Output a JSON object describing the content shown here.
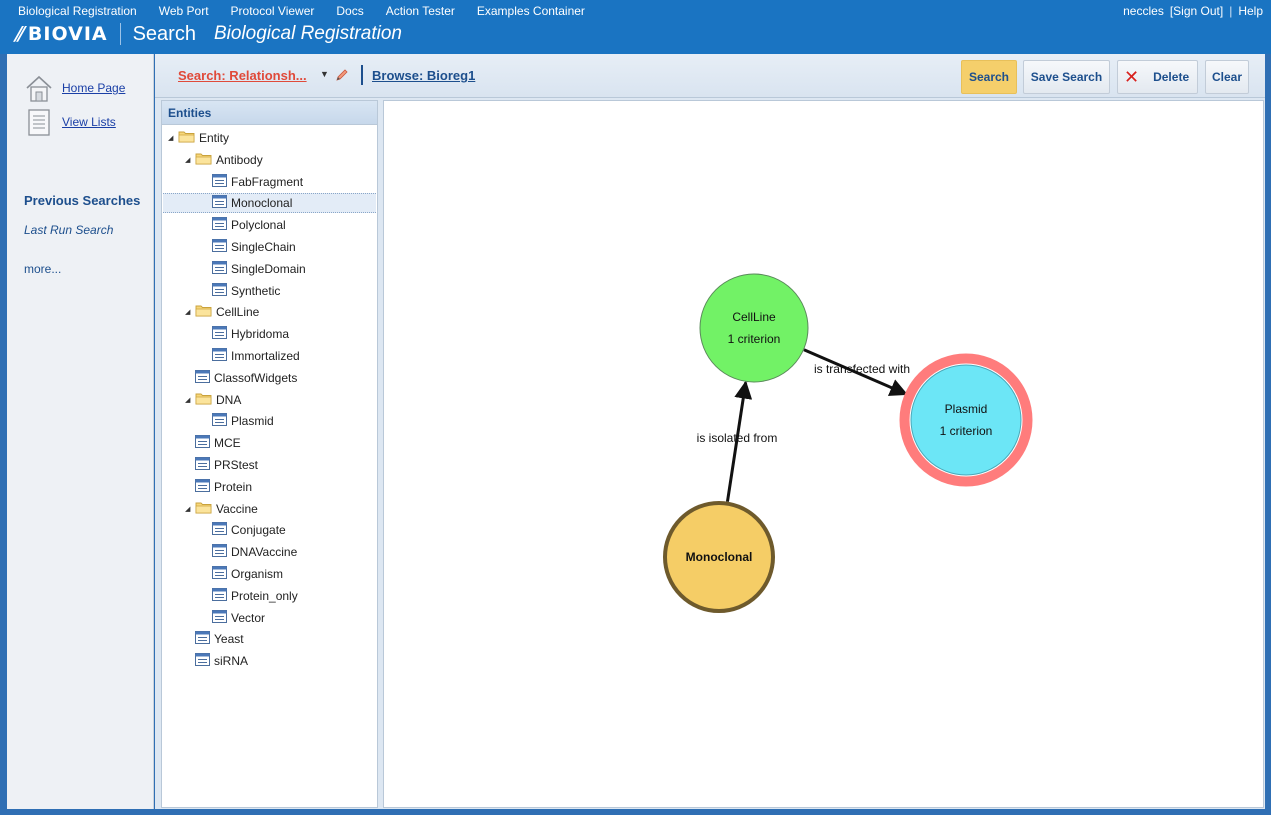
{
  "topnav": {
    "items": [
      "Biological Registration",
      "Web Port",
      "Protocol Viewer",
      "Docs",
      "Action Tester",
      "Examples Container"
    ],
    "user": "neccles",
    "sign_out": "[Sign Out]",
    "help": "Help"
  },
  "brand": {
    "logo_text": "BIOVIA",
    "app_name": "Search",
    "subtitle": "Biological Registration"
  },
  "sidebar": {
    "home": "Home Page",
    "view_lists": "View Lists",
    "previous_searches": "Previous Searches",
    "last_run": "Last Run Search",
    "more": "more..."
  },
  "toolbar": {
    "search_name": "Search: Relationsh...",
    "browse": "Browse: Bioreg1",
    "search_btn": "Search",
    "save_btn": "Save Search",
    "delete_btn": "Delete",
    "clear_btn": "Clear"
  },
  "tree": {
    "header": "Entities",
    "nodes": [
      {
        "label": "Entity",
        "type": "folder",
        "level": 0,
        "expanded": true
      },
      {
        "label": "Antibody",
        "type": "folder",
        "level": 1,
        "expanded": true
      },
      {
        "label": "FabFragment",
        "type": "entity",
        "level": 2
      },
      {
        "label": "Monoclonal",
        "type": "entity",
        "level": 2,
        "selected": true
      },
      {
        "label": "Polyclonal",
        "type": "entity",
        "level": 2
      },
      {
        "label": "SingleChain",
        "type": "entity",
        "level": 2
      },
      {
        "label": "SingleDomain",
        "type": "entity",
        "level": 2
      },
      {
        "label": "Synthetic",
        "type": "entity",
        "level": 2
      },
      {
        "label": "CellLine",
        "type": "folder",
        "level": 1,
        "expanded": true
      },
      {
        "label": "Hybridoma",
        "type": "entity",
        "level": 2
      },
      {
        "label": "Immortalized",
        "type": "entity",
        "level": 2
      },
      {
        "label": "ClassofWidgets",
        "type": "entity",
        "level": 1
      },
      {
        "label": "DNA",
        "type": "folder",
        "level": 1,
        "expanded": true
      },
      {
        "label": "Plasmid",
        "type": "entity",
        "level": 2
      },
      {
        "label": "MCE",
        "type": "entity",
        "level": 1
      },
      {
        "label": "PRStest",
        "type": "entity",
        "level": 1
      },
      {
        "label": "Protein",
        "type": "entity",
        "level": 1
      },
      {
        "label": "Vaccine",
        "type": "folder",
        "level": 1,
        "expanded": true
      },
      {
        "label": "Conjugate",
        "type": "entity",
        "level": 2
      },
      {
        "label": "DNAVaccine",
        "type": "entity",
        "level": 2
      },
      {
        "label": "Organism",
        "type": "entity",
        "level": 2
      },
      {
        "label": "Protein_only",
        "type": "entity",
        "level": 2
      },
      {
        "label": "Vector",
        "type": "entity",
        "level": 2
      },
      {
        "label": "Yeast",
        "type": "entity",
        "level": 1
      },
      {
        "label": "siRNA",
        "type": "entity",
        "level": 1
      }
    ]
  },
  "graph": {
    "nodes": [
      {
        "id": "cellline",
        "name": "CellLine",
        "detail": "1 criterion",
        "fill": "#72f266",
        "stroke": "#5a8a5a"
      },
      {
        "id": "plasmid",
        "name": "Plasmid",
        "detail": "1 criterion",
        "fill": "#6ce6f6",
        "stroke": "#ff7c7c"
      },
      {
        "id": "monoclonal",
        "name": "Monoclonal",
        "detail": "",
        "fill": "#f5cd66",
        "stroke": "#6e5a2c"
      }
    ],
    "edges": [
      {
        "from": "monoclonal",
        "to": "cellline",
        "label": "is isolated from"
      },
      {
        "from": "cellline",
        "to": "plasmid",
        "label": "is transfected with"
      }
    ]
  },
  "colors": {
    "topbar": "#1a74c2",
    "accent_button": "#f5cf6b",
    "search_name": "#e04a3a",
    "link": "#1d4f8d"
  }
}
